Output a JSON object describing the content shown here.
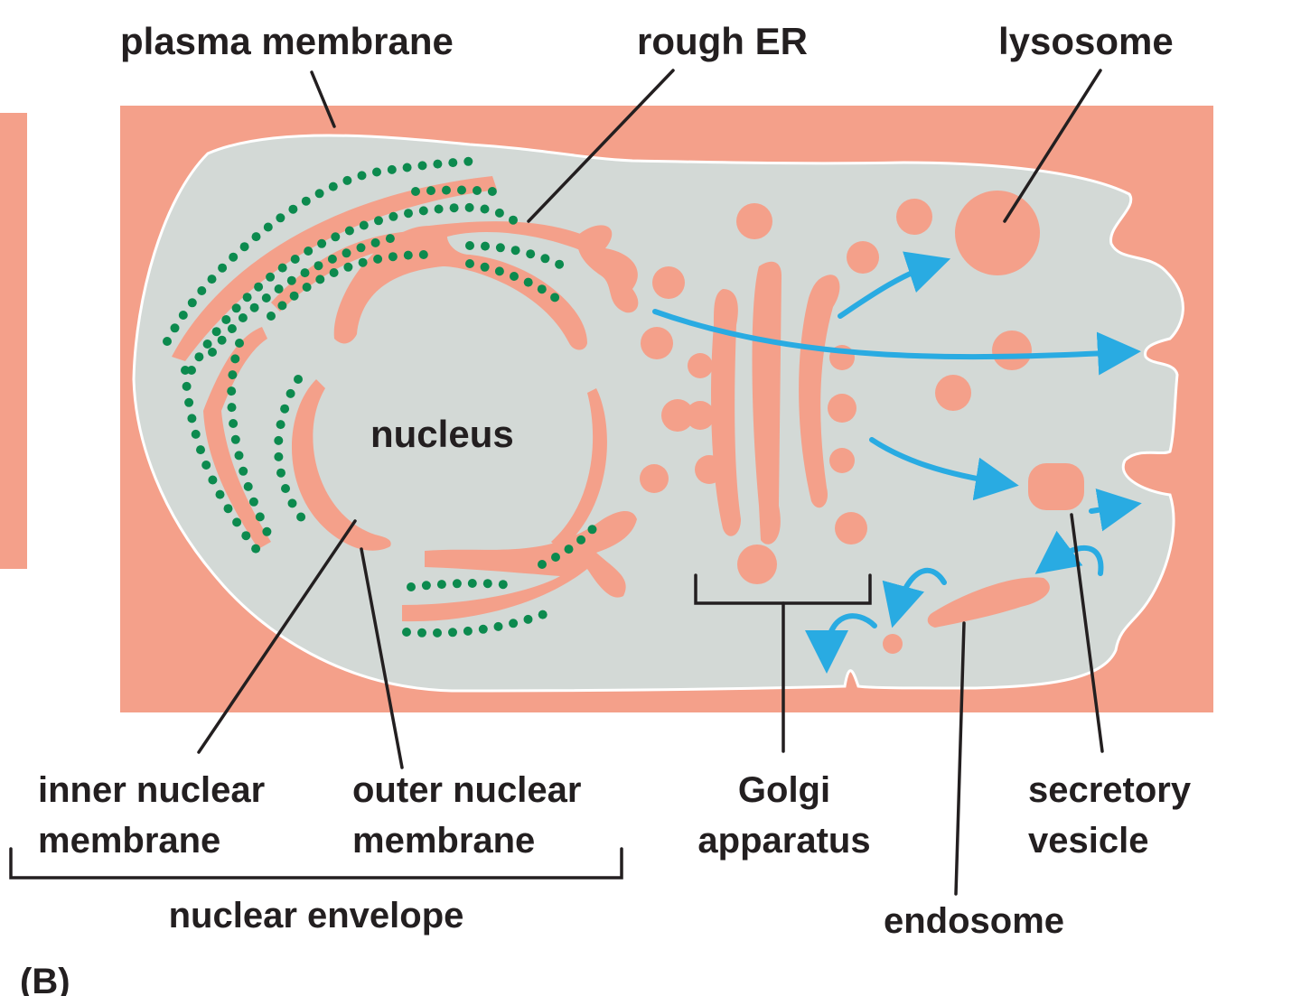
{
  "labels": {
    "plasma_membrane": "plasma membrane",
    "rough_er": "rough ER",
    "lysosome": "lysosome",
    "nucleus": "nucleus",
    "inner_nuclear_line1": "inner nuclear",
    "inner_nuclear_line2": "membrane",
    "outer_nuclear_line1": "outer nuclear",
    "outer_nuclear_line2": "membrane",
    "golgi_line1": "Golgi",
    "golgi_line2": "apparatus",
    "secretory_line1": "secretory",
    "secretory_line2": "vesicle",
    "endosome": "endosome",
    "nuclear_envelope": "nuclear envelope",
    "panel": "(B)"
  },
  "colors": {
    "extracellular": "#f4a08a",
    "cytosol": "#d3d9d6",
    "ribosome": "#0c8a4e",
    "transport_arrow": "#29abe2",
    "text": "#231f20"
  }
}
